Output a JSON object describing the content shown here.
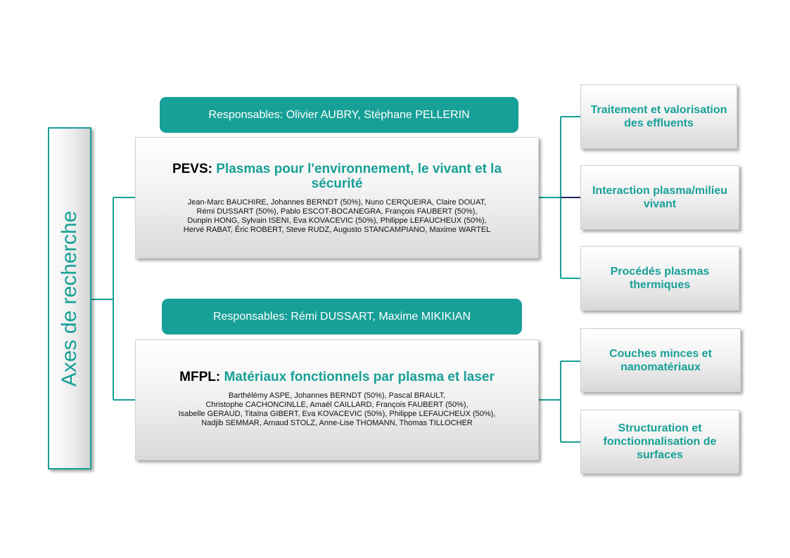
{
  "vertical_label": "Axes de recherche",
  "groups": [
    {
      "responsables": "Responsables: Olivier AUBRY, Stéphane PELLERIN",
      "acronym": "PEVS:",
      "title": "Plasmas pour l'environnement, le vivant et la sécurité",
      "members": [
        "Jean-Marc BAUCHIRE, Johannes BERNDT (50%), Nuno CERQUEIRA, Claire DOUAT,",
        "Rémi DUSSART (50%), Pablo ESCOT-BOCANEGRA, François FAUBERT (50%),",
        "Dunpin HONG, Sylvain ISENI, Eva KOVACEVIC (50%), Philippe LEFAUCHEUX (50%),",
        "Hervé RABAT, Éric ROBERT, Steve RUDZ, Augusto STANCAMPIANO, Maxime WARTEL"
      ],
      "themes": [
        "Traitement et valorisation des effluents",
        "Interaction plasma/milieu vivant",
        "Procédés plasmas thermiques"
      ]
    },
    {
      "responsables": "Responsables: Rémi DUSSART, Maxime MIKIKIAN",
      "acronym": "MFPL:",
      "title": "Matériaux fonctionnels par plasma et laser",
      "members": [
        "Barthélémy ASPE, Johannes BERNDT (50%), Pascal BRAULT,",
        "Christophe CACHONCINLLE, Amaël CAILLARD, François FAUBERT (50%),",
        "Isabelle GERAUD, Titaïna GIBERT, Eva KOVACEVIC (50%), Philippe LEFAUCHEUX (50%),",
        "Nadjib SEMMAR, Arnaud STOLZ, Anne-Lise THOMANN, Thomas TILLOCHER"
      ],
      "themes": [
        "Couches minces et nanomatériaux",
        "Structuration et fonctionnalisation de surfaces"
      ]
    }
  ],
  "colors": {
    "accent": "#17a097",
    "text": "#000000",
    "middle_connector": "#1f2a5c"
  }
}
